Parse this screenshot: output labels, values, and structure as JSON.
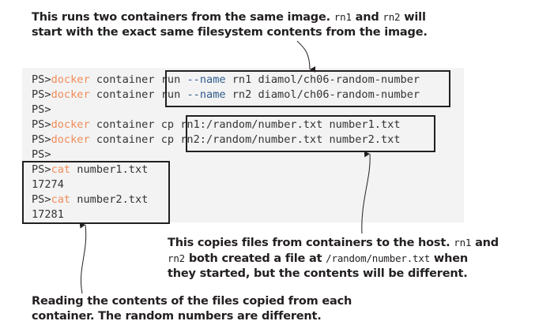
{
  "notes": {
    "top": {
      "part1": "This runs two containers from the same image. ",
      "code1": "rn1",
      "part2": " and ",
      "code2": "rn2",
      "part3": " will",
      "line2": "start with the exact same filesystem contents from the image."
    },
    "middle": {
      "part1": "This copies files from containers to the host. ",
      "code1": "rn1",
      "part2": " and",
      "code2": "rn2",
      "part3": " both created a file at ",
      "code3": "/random/number.txt",
      "part4": " when",
      "line3": "they started, but the contents will be different."
    },
    "bottom": {
      "line1": "Reading the contents of the files copied from each",
      "line2": "container. The random numbers are different."
    }
  },
  "terminal": {
    "prompt": "PS>",
    "lines": [
      {
        "cmd": "docker",
        "mid": " container ",
        "a": "run ",
        "opt": "--name",
        "b": " rn1 diamol/ch06-random-number"
      },
      {
        "cmd": "docker",
        "mid": " container ",
        "a": "run ",
        "opt": "--name",
        "b": " rn2 diamol/ch06-random-number"
      },
      {},
      {
        "cmd": "docker",
        "mid": " container cp ",
        "a": "rn1:/random/number.txt number1.txt"
      },
      {
        "cmd": "docker",
        "mid": " container cp ",
        "a": "rn2:/random/number.txt number2.txt"
      },
      {},
      {
        "cmd": "cat",
        "a": " number1.txt"
      },
      {
        "output": "17274"
      },
      {
        "cmd": "cat",
        "a": " number2.txt"
      },
      {
        "output": "17281"
      }
    ]
  },
  "colors": {
    "keyword": "#f08c5a",
    "option": "#2e5b8c",
    "terminal_background": "#f3f3f3",
    "annotation": "#231f20"
  }
}
